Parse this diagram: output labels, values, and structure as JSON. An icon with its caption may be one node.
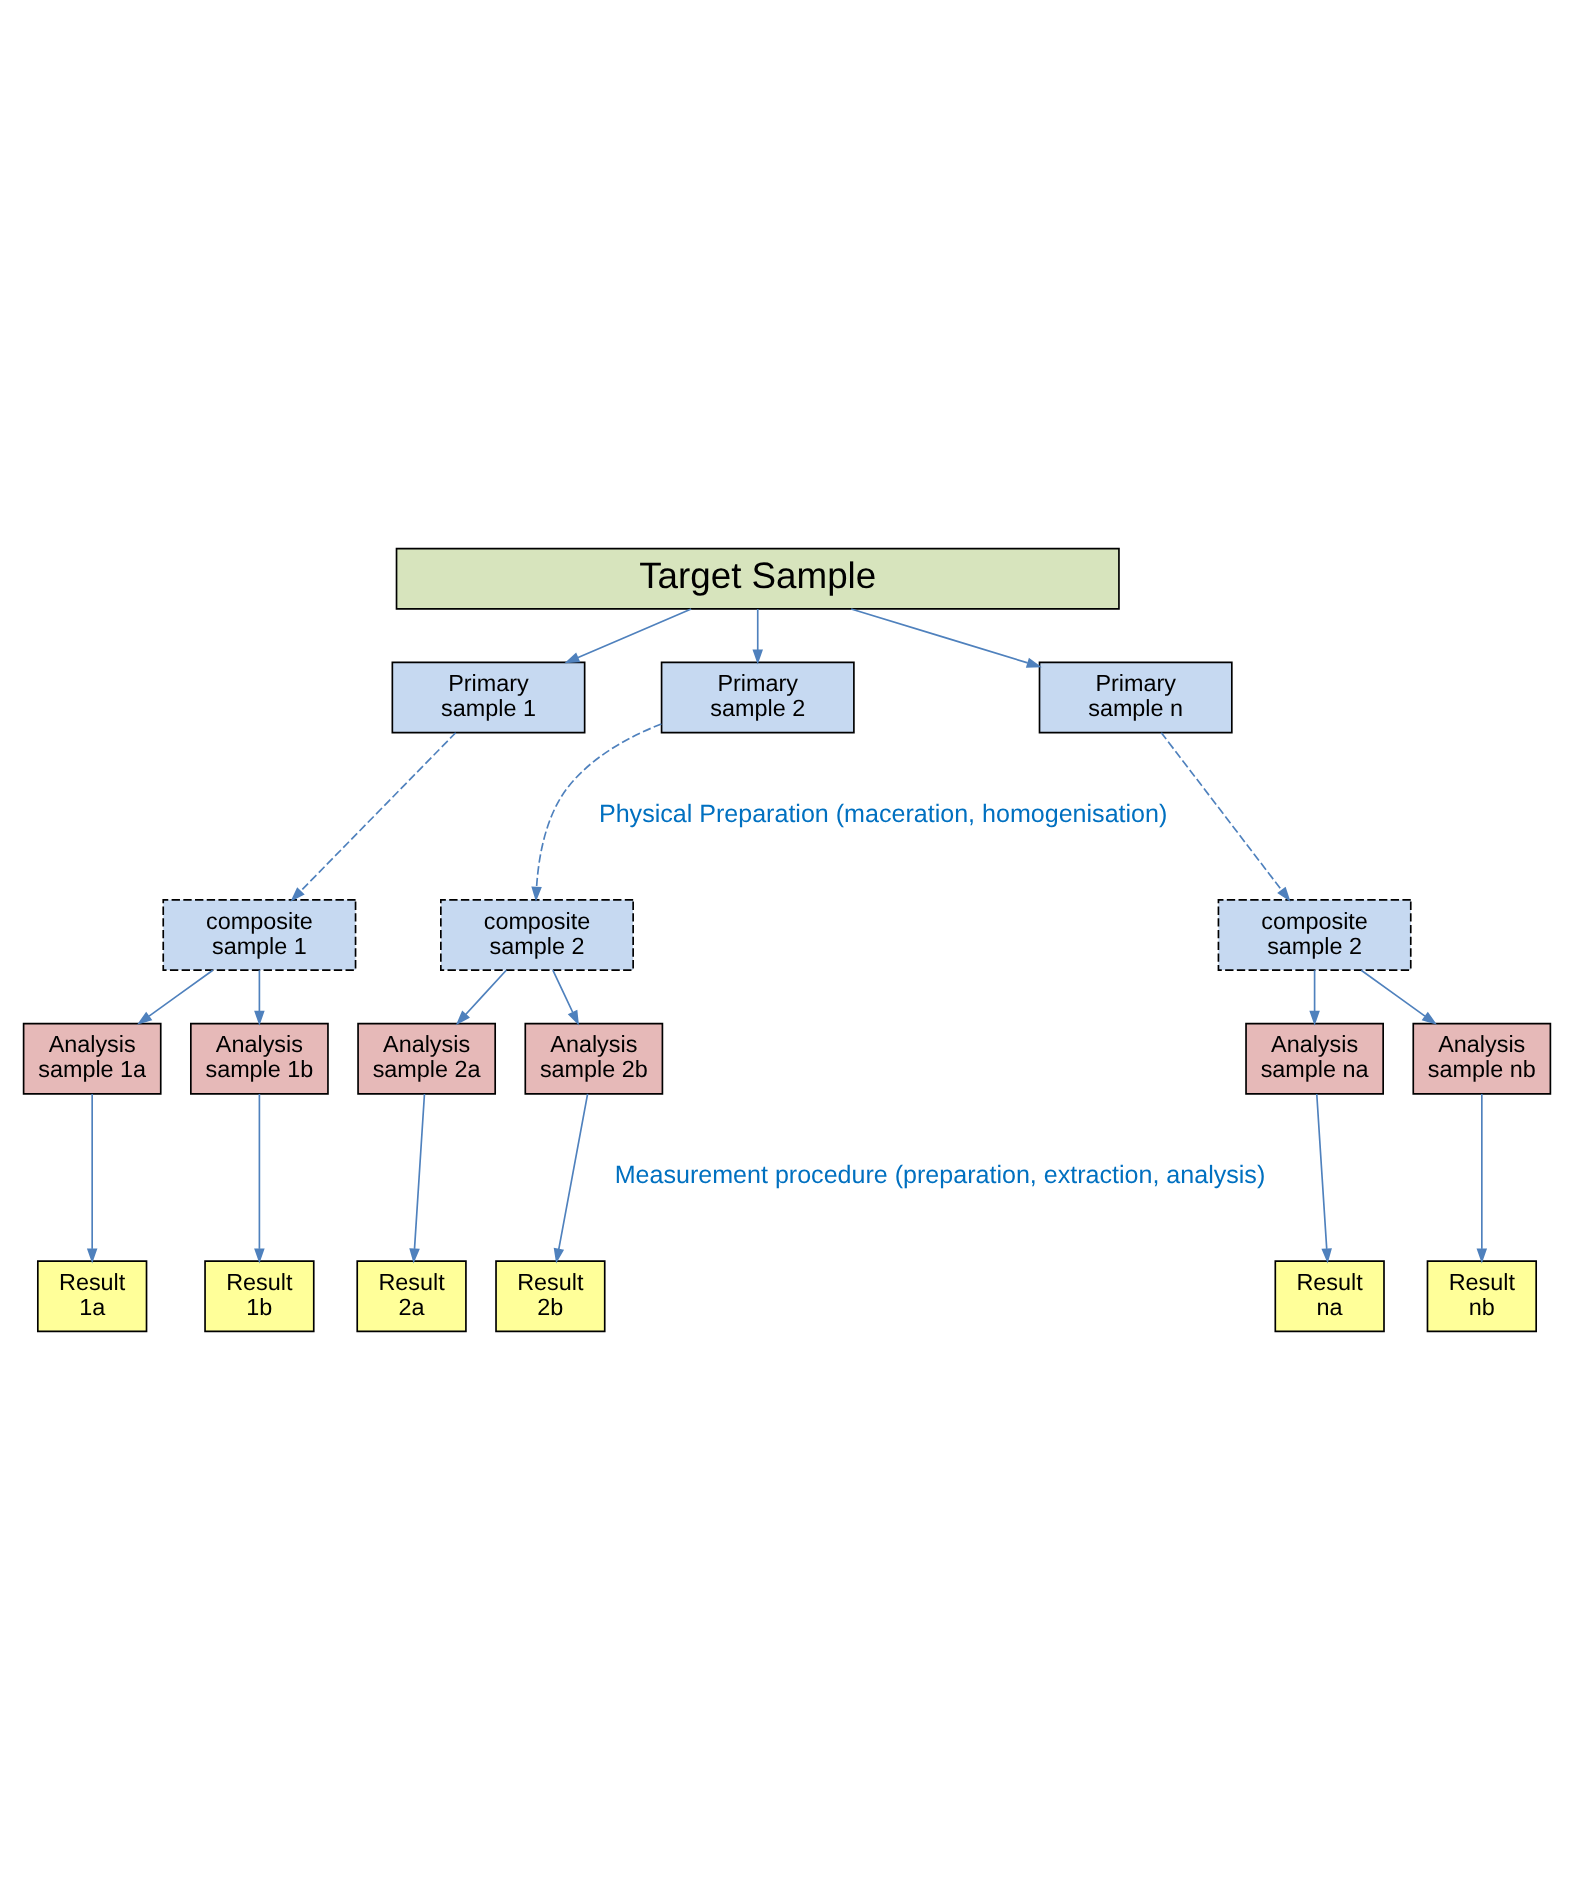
{
  "diagram": {
    "nodes": [
      {
        "text": [
          "Target Sample"
        ]
      },
      {
        "text": [
          "Primary sample 1"
        ]
      },
      {
        "text": [
          "Primary sample 2"
        ]
      },
      {
        "text": [
          "Primary sample n"
        ]
      },
      {
        "text": [
          "composite sample 1"
        ]
      },
      {
        "text": [
          "composite sample 2"
        ]
      },
      {
        "text": [
          "composite sample 2"
        ]
      },
      {
        "text": [
          "Analysis sample 1a"
        ]
      },
      {
        "text": [
          "Analysis sample 1b"
        ]
      },
      {
        "text": [
          "Analysis sample 2a"
        ]
      },
      {
        "text": [
          "Analysis sample 2b"
        ]
      },
      {
        "text": [
          "Analysis sample na"
        ]
      },
      {
        "text": [
          "Analysis sample nb"
        ]
      },
      {
        "text": [
          "Result 1a"
        ]
      },
      {
        "text": [
          "Result 1b"
        ]
      },
      {
        "text": [
          "Result 2a"
        ]
      },
      {
        "text": [
          "Result 2b"
        ]
      },
      {
        "text": [
          "Result na"
        ]
      },
      {
        "text": [
          "Result nb"
        ]
      }
    ],
    "edges": [
      {
        "from": 0,
        "to": 1,
        "arrow": "to"
      },
      {
        "from": 0,
        "to": 2,
        "arrow": "to"
      },
      {
        "from": 0,
        "to": 3,
        "arrow": "to"
      },
      {
        "from": 1,
        "to": 4,
        "arrow": "to",
        "style": "dashed"
      },
      {
        "from": 2,
        "to": 5,
        "arrow": "to",
        "style": "dashed"
      },
      {
        "from": 3,
        "to": 6,
        "arrow": "to",
        "style": "dashed"
      },
      {
        "from": 4,
        "to": 7,
        "arrow": "to"
      },
      {
        "from": 4,
        "to": 8,
        "arrow": "to"
      },
      {
        "from": 5,
        "to": 9,
        "arrow": "to"
      },
      {
        "from": 5,
        "to": 10,
        "arrow": "to"
      },
      {
        "from": 6,
        "to": 11,
        "arrow": "to"
      },
      {
        "from": 6,
        "to": 12,
        "arrow": "to"
      },
      {
        "from": 7,
        "to": 13,
        "arrow": "to"
      },
      {
        "from": 8,
        "to": 14,
        "arrow": "to"
      },
      {
        "from": 9,
        "to": 15,
        "arrow": "to"
      },
      {
        "from": 10,
        "to": 16,
        "arrow": "to"
      },
      {
        "from": 11,
        "to": 17,
        "arrow": "to"
      },
      {
        "from": 12,
        "to": 18,
        "arrow": "to"
      }
    ],
    "labels": [
      "Physical Preparation (maceration, homogenisation)",
      "Measurement procedure (preparation, extraction, analysis)"
    ]
  }
}
